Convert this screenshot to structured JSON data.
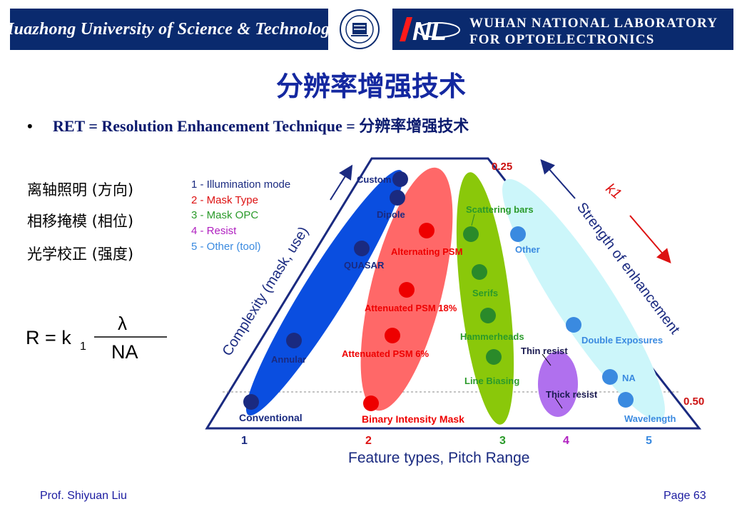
{
  "header": {
    "university": "Huazhong University of Science & Technology",
    "lab_line1": "WUHAN NATIONAL LABORATORY",
    "lab_line2": "FOR OPTOELECTRONICS",
    "lab_logo_text": "NL",
    "colors": {
      "banner": "#0a2a6e",
      "title": "#1428a0"
    }
  },
  "title": "分辨率增强技术",
  "bullet": "RET = Resolution Enhancement Technique = 分辨率增强技术",
  "left_notes": [
    "离轴照明 (方向)",
    "相移掩模 (相位)",
    "光学校正 (强度)"
  ],
  "formula": {
    "lhs": "R = k",
    "sub": "1",
    "numerator": "λ",
    "denominator": "NA"
  },
  "diagram": {
    "legend": [
      {
        "text": "1 - Illumination mode",
        "color": "#1a2a80"
      },
      {
        "text": "2 - Mask Type",
        "color": "#dd1111"
      },
      {
        "text": "3 - Mask OPC",
        "color": "#2a9a2a"
      },
      {
        "text": "4 - Resist",
        "color": "#b020c0"
      },
      {
        "text": "5 - Other (tool)",
        "color": "#3a8ae0"
      }
    ],
    "complexity_label": "Complexity (mask, use)",
    "strength_label": "Strength of enhancement",
    "k1_label": "k1",
    "k1_top": "0.25",
    "k1_bottom": "0.50",
    "x_axis_title": "Feature types, Pitch Range",
    "x_ticks": [
      {
        "label": "1",
        "color": "#1a2a80"
      },
      {
        "label": "2",
        "color": "#dd1111"
      },
      {
        "label": "3",
        "color": "#2a9a2a"
      },
      {
        "label": "4",
        "color": "#b020c0"
      },
      {
        "label": "5",
        "color": "#3a8ae0"
      }
    ],
    "group1": [
      "Custom",
      "Dipole",
      "QUASAR",
      "Annular",
      "Conventional"
    ],
    "group2": [
      "Alternating PSM",
      "Attenuated PSM 18%",
      "Attenuated PSM 6%",
      "Binary Intensity Mask"
    ],
    "group3": [
      "Scattering bars",
      "Serifs",
      "Hammerheads",
      "Line Biasing"
    ],
    "group4": [
      "Thin resist",
      "Thick resist"
    ],
    "group5": [
      "Other",
      "Double Exposures",
      "NA",
      "Wavelength"
    ]
  },
  "footer": {
    "author": "Prof. Shiyuan  Liu",
    "page": "Page 63"
  }
}
